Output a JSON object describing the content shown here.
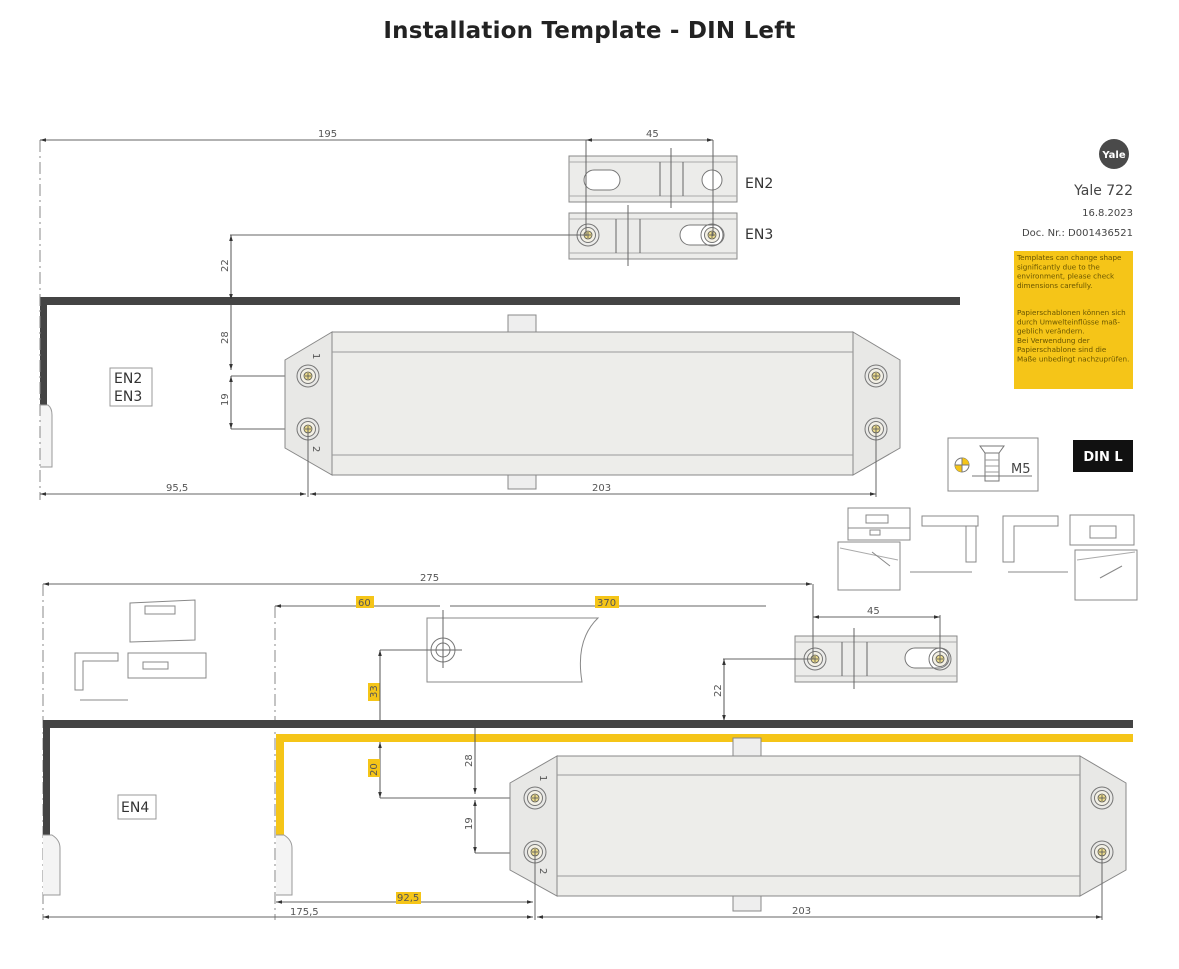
{
  "title": "Installation Template - DIN Left",
  "brand": {
    "logo_text": "Yale",
    "model": "Yale 722",
    "date": "16.8.2023",
    "doc_number": "Doc. Nr.: D001436521"
  },
  "warning": {
    "lines_en": [
      "Templates can change shape",
      "significantly due to the",
      "environment, please check",
      "dimensions carefully."
    ],
    "lines_de": [
      "Papierschablonen können sich",
      "durch Umwelteinflüsse maß-",
      "geblich verändern.",
      "Bei Verwendung der",
      "Papierschablone sind die",
      "Maße unbedingt nachzuprüfen."
    ]
  },
  "screw_label": "M5",
  "din_badge": "DIN L",
  "colors": {
    "accent_yellow": "#f5c518",
    "frame_dark": "#444444",
    "body_fill": "#ededea",
    "logo_bg": "#4a4a4a"
  },
  "top_section": {
    "dims": {
      "overall": "195",
      "bracket_spacing": "45",
      "bracket_offset": "22",
      "top_to_hole": "28",
      "hole_spacing": "19",
      "hinge_to_hole": "95,5",
      "hole_to_hole": "203"
    },
    "bracket_labels": [
      "EN2",
      "EN3"
    ],
    "body_label": [
      "EN2",
      "EN3"
    ],
    "hole_numbers": [
      "1",
      "2"
    ]
  },
  "bottom_section": {
    "dims": {
      "overall": "275",
      "arm_offset": "60",
      "arm_length": "370",
      "bracket_spacing": "45",
      "bracket_offset": "22",
      "arm_height": "33",
      "yellow_offset": "20",
      "top_to_hole": "28",
      "hole_spacing": "19",
      "yellow_to_hole": "92,5",
      "hinge_to_yellow": "175,5",
      "hole_to_hole": "203"
    },
    "body_label": "EN4",
    "hole_numbers": [
      "1",
      "2"
    ]
  }
}
